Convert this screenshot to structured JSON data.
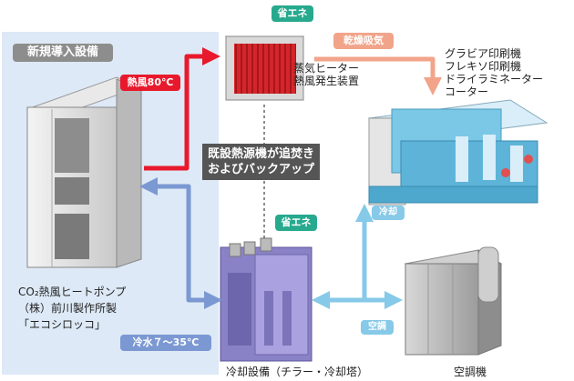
{
  "new_equipment": {
    "title": "新規導入設備"
  },
  "heat_pump": {
    "caption_line1": "CO₂熱風ヒートポンプ",
    "caption_line2": "（株）前川製作所製",
    "caption_line3": "「エコシロッコ」"
  },
  "hot_air_label": "熱風80℃",
  "cold_water_label": "冷水７〜35℃",
  "energy_saving_top": "省エネ",
  "energy_saving_bottom": "省エネ",
  "steam_heater": {
    "line1": "蒸気ヒーター",
    "line2": "熱風発生装置"
  },
  "drying_label": "乾燥吸気",
  "printing": {
    "line1": "グラビア印刷機",
    "line2": "フレキソ印刷機",
    "line3": "ドライラミネーター",
    "line4": "コーター"
  },
  "backup_box": {
    "line1": "既設熱源機が追焚き",
    "line2": "およびバックアップ"
  },
  "cooling_label": "冷却",
  "aircon_label": "空調",
  "chiller_caption": "冷却設備（チラー・冷却塔）",
  "aircon_caption": "空調機",
  "colors": {
    "panel": "#dde9f6",
    "red": "#e8192c",
    "blue": "#7b98d2",
    "green": "#27a98e",
    "salmon": "#f2a48a",
    "lightblue": "#86c9e8"
  }
}
